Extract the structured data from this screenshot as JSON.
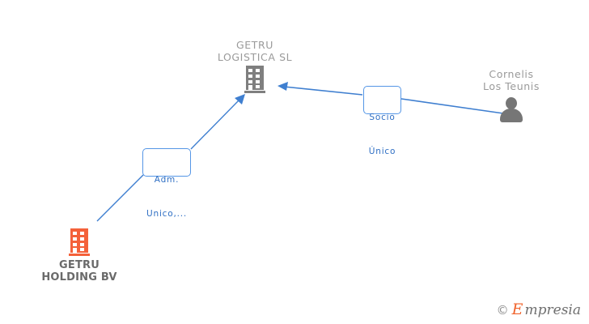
{
  "diagram": {
    "type": "entity-relationship-graph",
    "background_color": "#ffffff",
    "nodes": [
      {
        "id": "getru-logistica",
        "label_line1": "GETRU",
        "label_line2": "LOGISTICA SL",
        "icon": "building-icon",
        "icon_color": "#7f7f7f",
        "text_color": "#9a9a9a",
        "emphasis": "normal"
      },
      {
        "id": "cornelis-los-teunis",
        "label_line1": "Cornelis",
        "label_line2": "Los Teunis",
        "icon": "person-icon",
        "icon_color": "#767676",
        "text_color": "#9a9a9a",
        "emphasis": "normal"
      },
      {
        "id": "getru-holding",
        "label_line1": "GETRU",
        "label_line2": "HOLDING BV",
        "icon": "building-icon",
        "icon_color": "#f4613a",
        "text_color": "#6a6a6a",
        "emphasis": "bold"
      }
    ],
    "edges": [
      {
        "id": "edge-socio-unico",
        "from": "cornelis-los-teunis",
        "to": "getru-logistica",
        "label_line1": "Socio",
        "label_line2": "Único",
        "color": "#3f7fd0",
        "arrow": "to"
      },
      {
        "id": "edge-adm-unico",
        "from": "getru-holding",
        "to": "getru-logistica",
        "label_line1": "Adm.",
        "label_line2": "Unico,...",
        "color": "#3f7fd0",
        "arrow": "to"
      }
    ]
  },
  "watermark": {
    "copyright": "©",
    "brand_initial": "E",
    "brand_rest": "mpresia",
    "brand_color": "#f0632c",
    "text_color": "#6f6f6f"
  }
}
